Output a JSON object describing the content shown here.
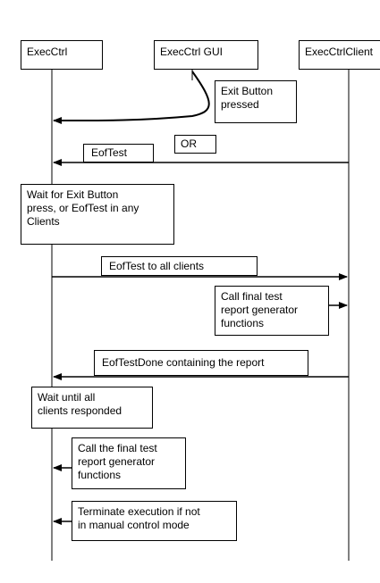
{
  "participants": {
    "exec_ctrl": "ExecCtrl",
    "exec_ctrl_gui": "ExecCtrl GUI",
    "exec_ctrl_client": "ExecCtrlClient"
  },
  "messages": {
    "exit_button_pressed": "Exit Button\npressed",
    "or_label": "OR",
    "eof_test": "EofTest",
    "wait_exit_or_eof": "Wait for Exit Button\npress, or EofTest in any\nClients",
    "eof_test_to_all": "EofTest to all clients",
    "call_final_report_client": "Call final test\nreport generator\nfunctions",
    "eof_test_done": "EofTestDone containing the report",
    "wait_all_clients": "Wait until all\nclients responded",
    "call_final_report_ctrl": "Call the final test\nreport generator\nfunctions",
    "terminate_execution": "Terminate execution if not\nin manual control mode"
  }
}
